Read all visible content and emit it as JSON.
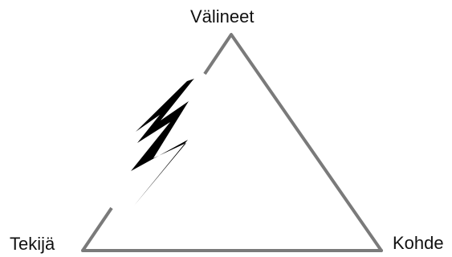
{
  "diagram": {
    "nodes": {
      "top": "Välineet",
      "bottom_left": "Tekijä",
      "bottom_right": "Kohde"
    },
    "edges": [
      {
        "from": "bottom_left",
        "to": "top",
        "style": "broken-by-lightning"
      },
      {
        "from": "top",
        "to": "bottom_right",
        "style": "solid"
      },
      {
        "from": "bottom_left",
        "to": "bottom_right",
        "style": "solid"
      }
    ],
    "icons": [
      "lightning-bolt-icon"
    ],
    "colors": {
      "line": "#7a7a7a",
      "bolt": "#000000",
      "background": "#ffffff",
      "text": "#111111"
    }
  }
}
